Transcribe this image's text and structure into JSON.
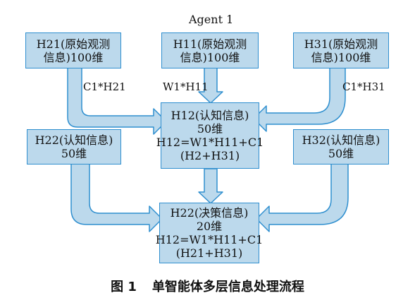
{
  "agent_title": "Agent 1",
  "boxes": {
    "h21": [
      "H21(原始观测",
      "信息)100维"
    ],
    "h11": [
      "H11(原始观测",
      "信息)100维"
    ],
    "h31": [
      "H31(原始观测",
      "信息)100维"
    ],
    "h12": [
      "H12(认知信息)",
      "50维",
      "H12=W1*H11+C1",
      "(H2+H31)"
    ],
    "h22_cog": [
      "H22(认知信息)",
      "50维"
    ],
    "h32": [
      "H32(认知信息)",
      "50维"
    ],
    "h22_dec": [
      "H22(决策信息)",
      "20维",
      "H12=W1*H11+C1",
      "(H21+H31)"
    ]
  },
  "edge_labels": {
    "c1h21": "C1*H21",
    "w1h11": "W1*H11",
    "c1h31": "C1*H31"
  },
  "caption": {
    "number": "图 1",
    "title": "单智能体多层信息处理流程"
  },
  "colors": {
    "box_fill": "#bcd9ec",
    "box_border": "#2f8fcf",
    "arrow_fill": "#bcd9ec",
    "arrow_border": "#2f8fcf"
  }
}
